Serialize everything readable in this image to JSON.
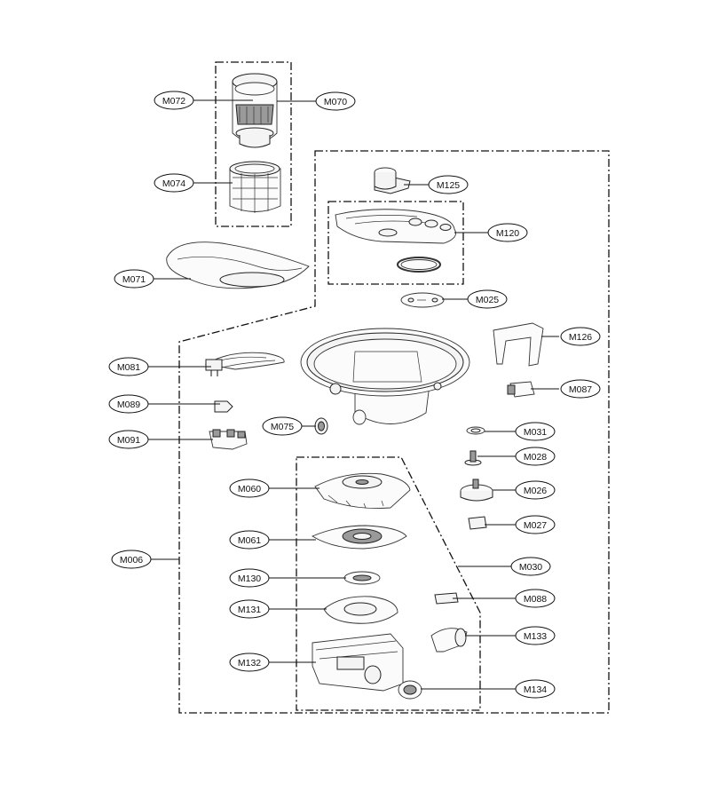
{
  "labels": {
    "M006": "M006",
    "M025": "M025",
    "M026": "M026",
    "M027": "M027",
    "M028": "M028",
    "M030": "M030",
    "M031": "M031",
    "M060": "M060",
    "M061": "M061",
    "M070": "M070",
    "M071": "M071",
    "M072": "M072",
    "M074": "M074",
    "M075": "M075",
    "M081": "M081",
    "M087": "M087",
    "M088": "M088",
    "M089": "M089",
    "M091": "M091",
    "M120": "M120",
    "M125": "M125",
    "M126": "M126",
    "M130": "M130",
    "M131": "M131",
    "M132": "M132",
    "M133": "M133",
    "M134": "M134"
  }
}
